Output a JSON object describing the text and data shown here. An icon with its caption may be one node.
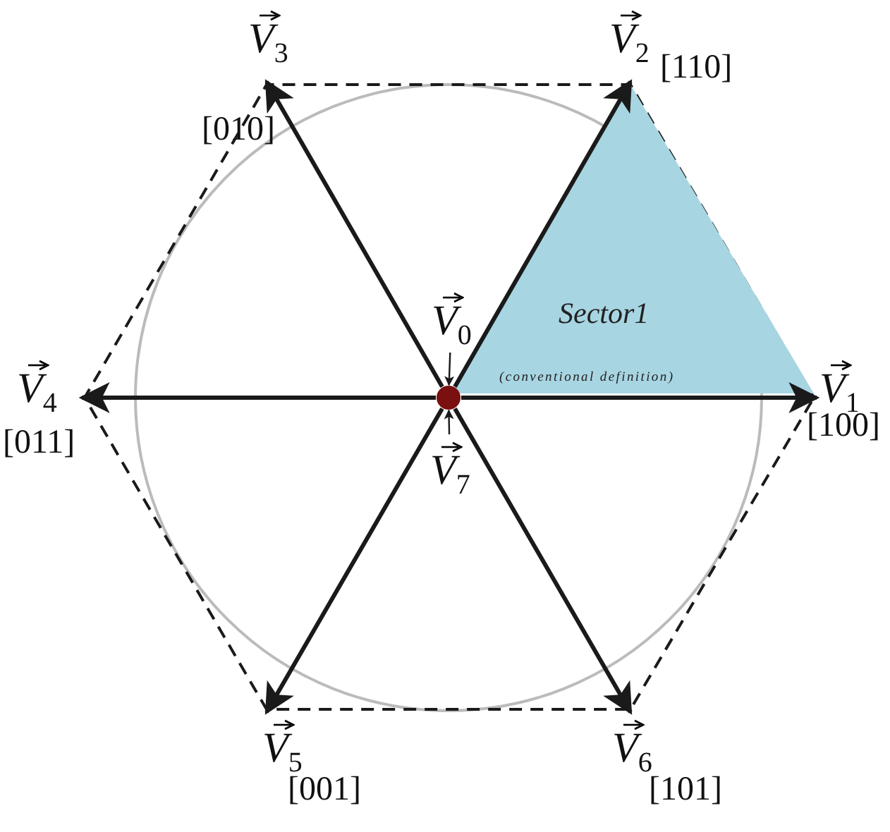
{
  "diagram": {
    "nodes": [
      {
        "text": [],
        "shape": "circle"
      },
      {
        "text": [
          "Sector1",
          "(conventional definition)"
        ]
      },
      {
        "text": [
          "V$_{1}$"
        ],
        "beside": [
          "[100]"
        ]
      },
      {
        "text": [
          "V$_{2}$"
        ],
        "beside": [
          "[110]"
        ]
      },
      {
        "text": [
          "V$_{3}$"
        ],
        "beside": [
          "[010]"
        ]
      },
      {
        "text": [
          "V$_{4}$"
        ],
        "beside": [
          "[011]"
        ]
      },
      {
        "text": [
          "V$_{5}$"
        ],
        "beside": [
          "[001]"
        ]
      },
      {
        "text": [
          "V$_{6}$"
        ],
        "beside": [
          "[101]"
        ]
      },
      {
        "text": [
          "V$_{0}$"
        ]
      },
      {
        "text": [
          "V$_{7}$"
        ]
      }
    ],
    "edges": [
      {
        "from": 0,
        "to": 2,
        "arrow": "to"
      },
      {
        "from": 0,
        "to": 3,
        "arrow": "to"
      },
      {
        "from": 0,
        "to": 4,
        "arrow": "to"
      },
      {
        "from": 0,
        "to": 5,
        "arrow": "to"
      },
      {
        "from": 0,
        "to": 6,
        "arrow": "to"
      },
      {
        "from": 0,
        "to": 7,
        "arrow": "to"
      },
      {
        "from": 8,
        "to": 0,
        "arrow": "to"
      },
      {
        "from": 9,
        "to": 0,
        "arrow": "to"
      }
    ]
  }
}
